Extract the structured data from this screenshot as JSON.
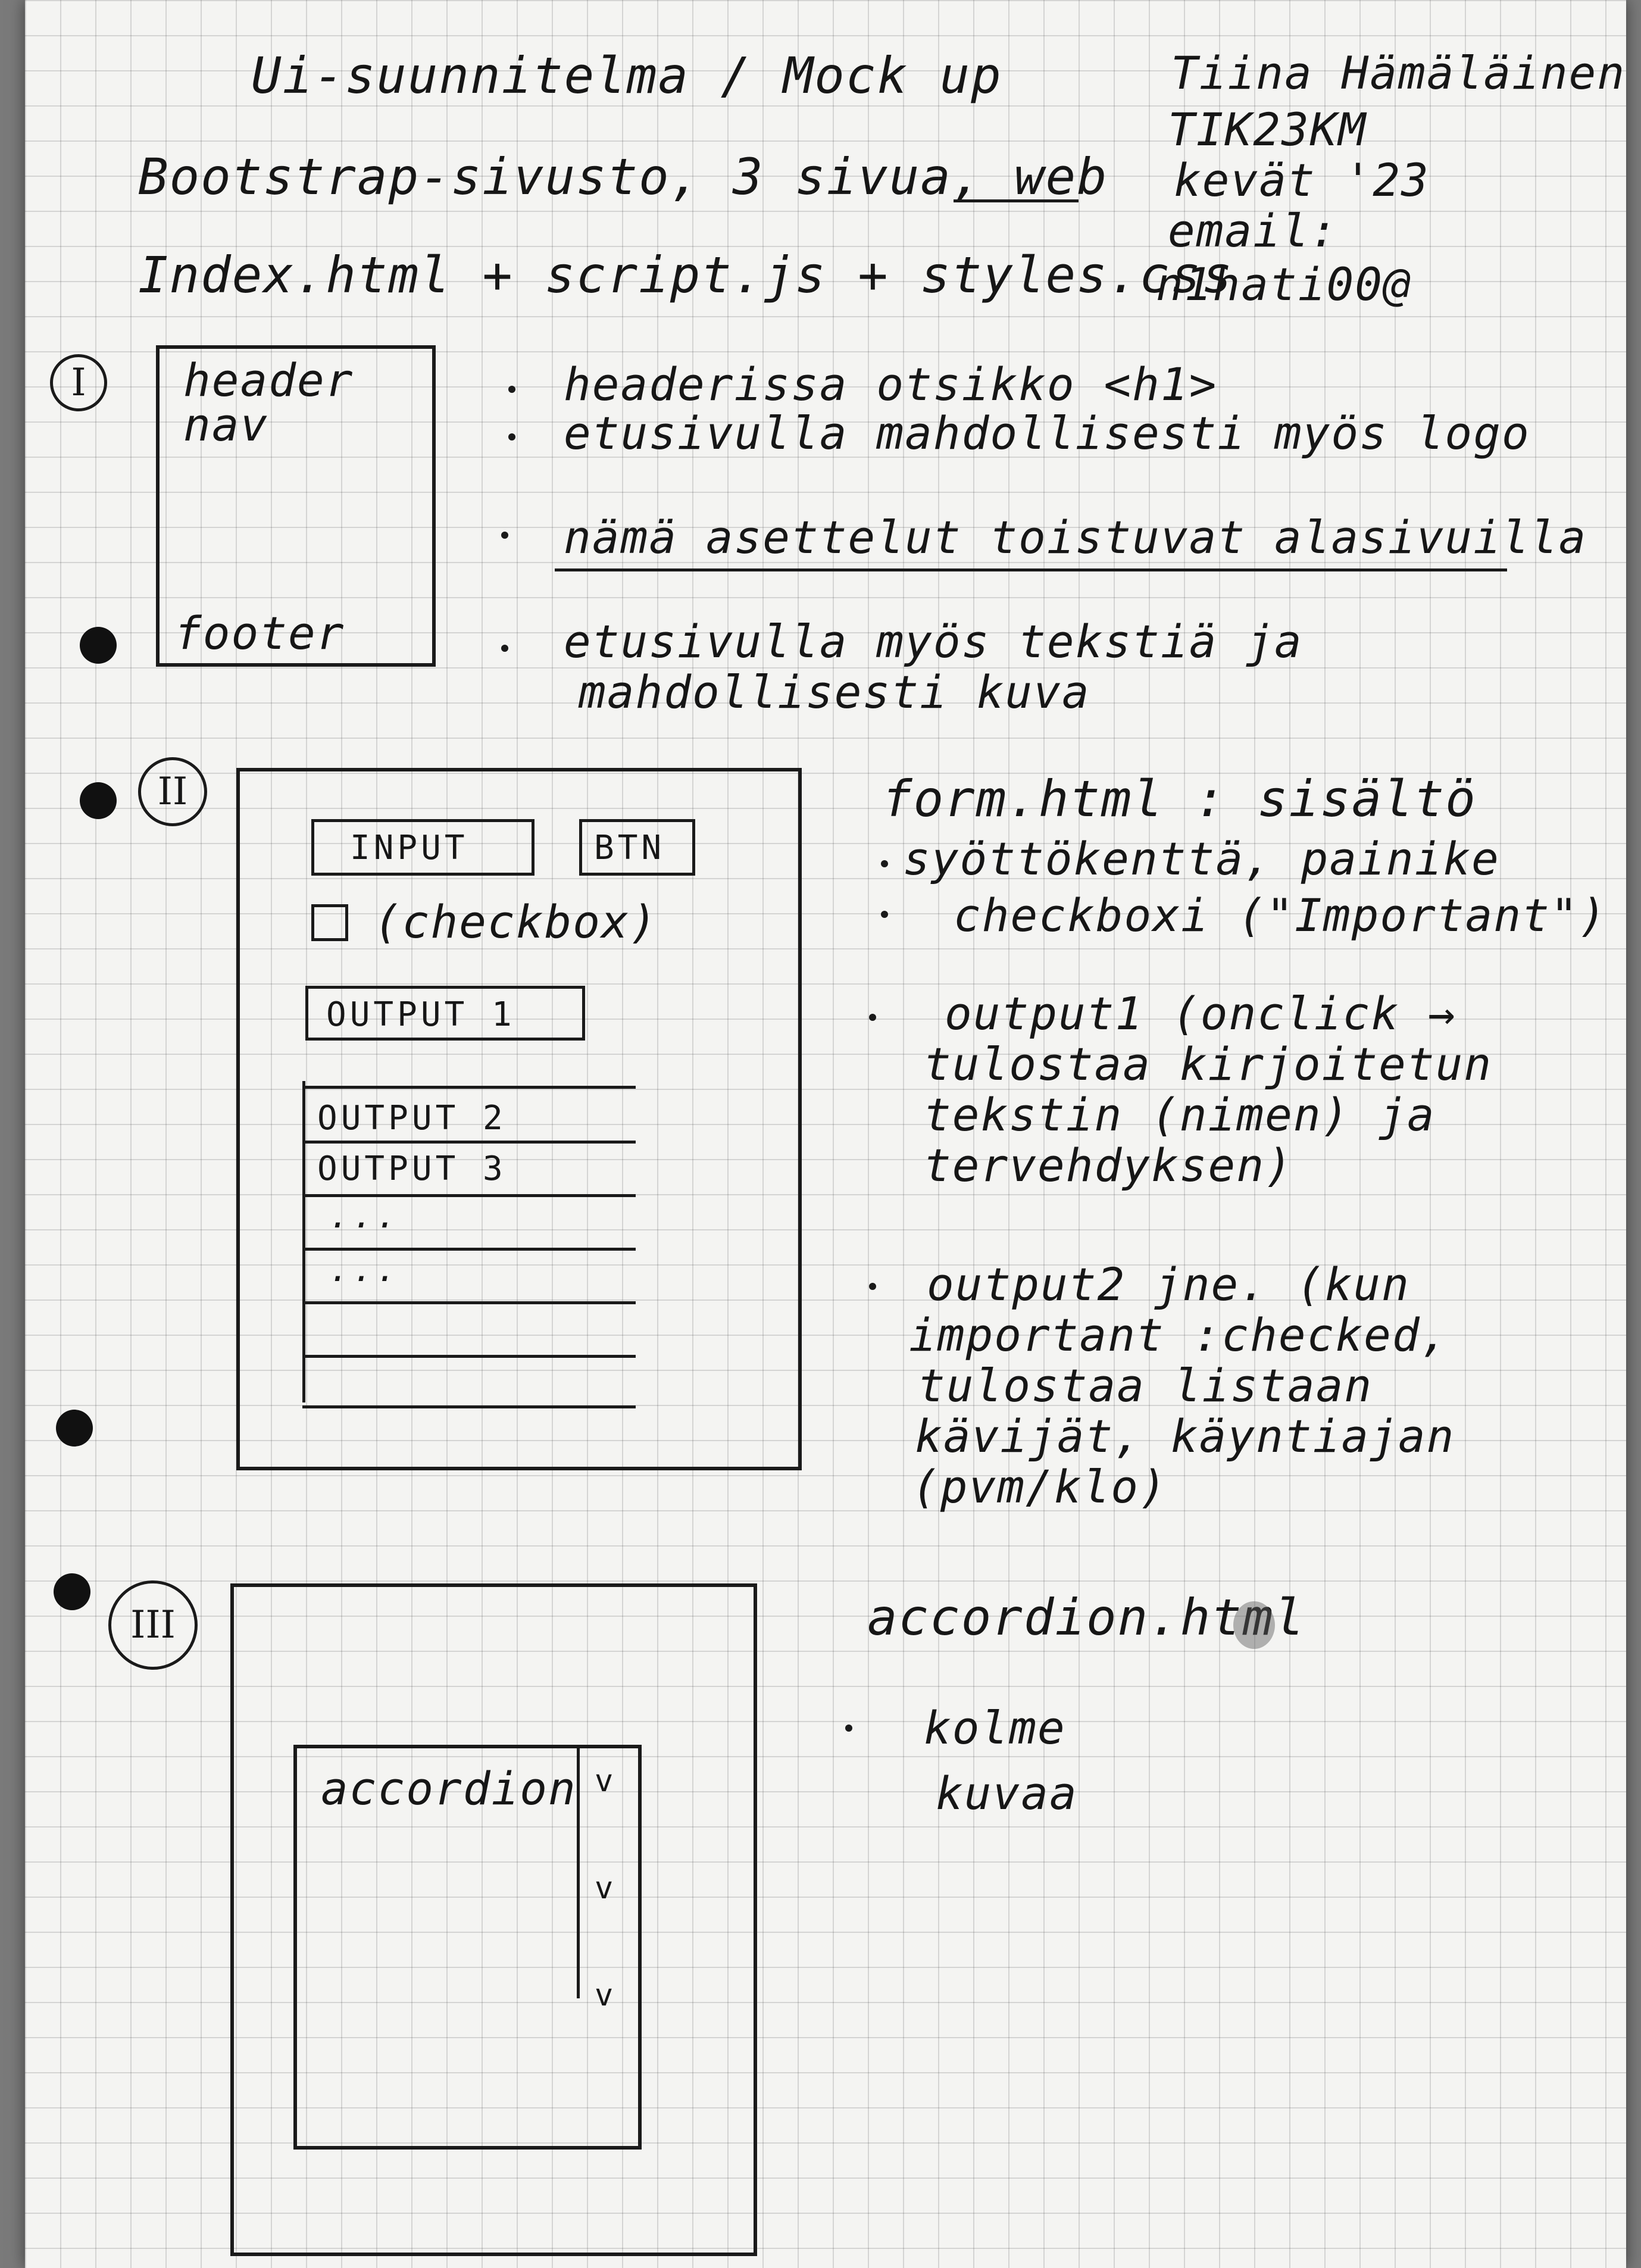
{
  "header": {
    "title": "Ui-suunnitelma / Mock up",
    "subtitle": "Bootstrap-sivusto, 3 sivua, web",
    "files": "Index.html + script.js + styles.css"
  },
  "author": {
    "name": "Tiina Hämäläinen",
    "group": "TIK23KM",
    "term": "kevät '23",
    "email_label": "email:",
    "email": "n1hati00@"
  },
  "section1": {
    "numeral": "I",
    "wireframe": {
      "header": "header",
      "nav": "nav",
      "footer": "footer"
    },
    "notes": [
      "headerissa otsikko <h1>",
      "etusivulla mahdollisesti myös logo",
      "nämä asettelut toistuvat alasivuilla",
      "etusivulla myös tekstiä ja",
      "mahdollisesti kuva"
    ]
  },
  "section2": {
    "numeral": "II",
    "wireframe": {
      "input": "INPUT",
      "button": "BTN",
      "checkbox": "(checkbox)",
      "output1": "OUTPUT 1",
      "output2": "OUTPUT 2",
      "output3": "OUTPUT 3",
      "more1": "...",
      "more2": "..."
    },
    "notes": {
      "title": "form.html : sisältö",
      "lines": [
        "syöttökenttä, painike",
        "checkboxi (\"Important\")",
        "output1 (onclick →",
        "tulostaa kirjoitetun",
        "tekstin (nimen) ja",
        "tervehdyksen)",
        "output2 jne. (kun",
        "important :checked,",
        "tulostaa listaan",
        "kävijät, käyntiajan",
        "(pvm/klo)"
      ]
    }
  },
  "section3": {
    "numeral": "III",
    "wireframe": {
      "accordion": "accordion",
      "chevron": "v"
    },
    "notes": {
      "title": "accordion.html",
      "lines": [
        "kolme",
        "kuvaa"
      ]
    }
  }
}
